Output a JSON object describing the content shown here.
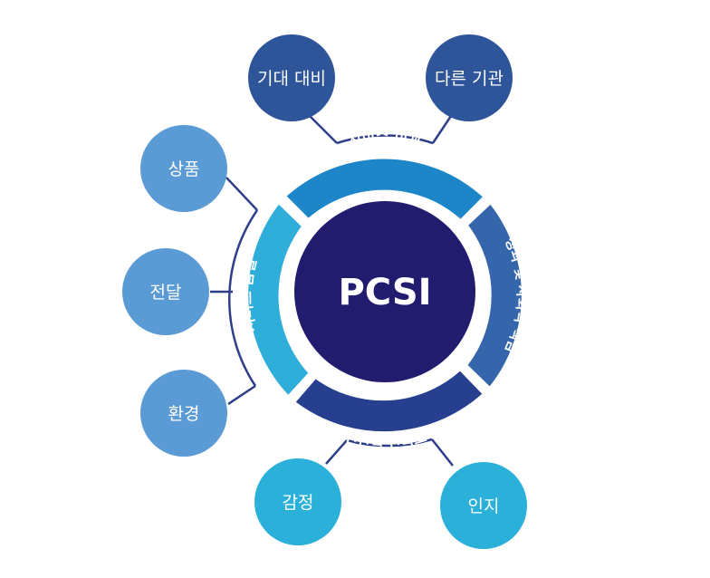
{
  "center": {
    "label": "PCSI"
  },
  "ring_segments": [
    {
      "label": "서비스 비교",
      "color": "#1C86C8"
    },
    {
      "label": "성과 및 사회적 책임",
      "color": "#3565AB"
    },
    {
      "label": "전반적 만족도",
      "color": "#263F8E"
    },
    {
      "label": "서비스 품질",
      "color": "#2FAED9"
    }
  ],
  "satellites": {
    "top": [
      {
        "label": "기대 대비",
        "color": "#2E5499"
      },
      {
        "label": "다른 기관",
        "color": "#2E5499"
      }
    ],
    "left": [
      {
        "label": "상품",
        "color": "#5B9BD5"
      },
      {
        "label": "전달",
        "color": "#5B9BD5"
      },
      {
        "label": "환경",
        "color": "#5B9BD5"
      }
    ],
    "bottom": [
      {
        "label": "감정",
        "color": "#2BB0D9"
      },
      {
        "label": "인지",
        "color": "#2BB0D9"
      }
    ]
  },
  "colors": {
    "center": "#221C6E",
    "connector": "#2E3F8A"
  }
}
